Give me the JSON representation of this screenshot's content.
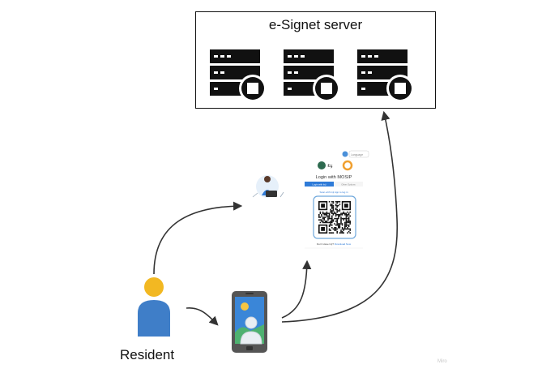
{
  "server": {
    "title": "e-Signet server",
    "icon": "server-icon",
    "count": 3
  },
  "login_card": {
    "language_label": "Language",
    "title": "Login with MOSIP",
    "tab_inji": "Login with Inji",
    "tab_other": "Other Options",
    "scan_hint": "Scan with Inji App to log in",
    "download_prompt": "Don't Have Inji?",
    "download_link": "Download Now"
  },
  "actor": {
    "label": "Resident",
    "icon": "person-icon"
  },
  "device": {
    "icon": "smartphone-icon"
  },
  "watermark": "Miro",
  "colors": {
    "person_head": "#F2B822",
    "person_body": "#3F7EC8",
    "phone_frame": "#555555",
    "phone_screen_top": "#3A86D8",
    "phone_screen_bottom": "#4FB36A",
    "sun": "#F5C542",
    "tab_active": "#2F7BD8",
    "stroke": "#111111",
    "arrow": "#333333"
  }
}
